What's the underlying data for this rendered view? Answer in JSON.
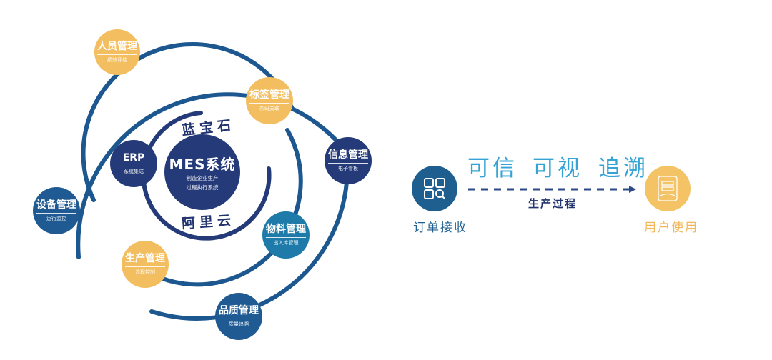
{
  "colors": {
    "ring": "#1c5790",
    "navy": "#253a78",
    "gold": "#f3be5f",
    "teal": "#1e7aa8",
    "slogan": "#36a3d6"
  },
  "core": {
    "title": "MES系统",
    "line1": "制造企业生产",
    "line2": "过程执行系统"
  },
  "ring_labels": {
    "top": "蓝宝石",
    "bottom": "阿里云"
  },
  "nodes": [
    {
      "id": "personnel",
      "title": "人员管理",
      "sub": "绩效评估"
    },
    {
      "id": "label",
      "title": "标签管理",
      "sub": "条码关联"
    },
    {
      "id": "erp",
      "title": "ERP",
      "sub": "系统集成"
    },
    {
      "id": "info",
      "title": "信息管理",
      "sub": "电子看板"
    },
    {
      "id": "equipment",
      "title": "设备管理",
      "sub": "运行监控"
    },
    {
      "id": "material",
      "title": "物料管理",
      "sub": "出入库管理"
    },
    {
      "id": "production",
      "title": "生产管理",
      "sub": "流程控制"
    },
    {
      "id": "quality",
      "title": "品质管理",
      "sub": "质量追溯"
    }
  ],
  "flow": {
    "slogans": [
      "可信",
      "可视",
      "追溯"
    ],
    "process_label": "生产过程",
    "start": {
      "label": "订单接收",
      "icon": "grid-search-icon"
    },
    "end": {
      "label": "用户使用",
      "icon": "meter-device-icon"
    }
  }
}
